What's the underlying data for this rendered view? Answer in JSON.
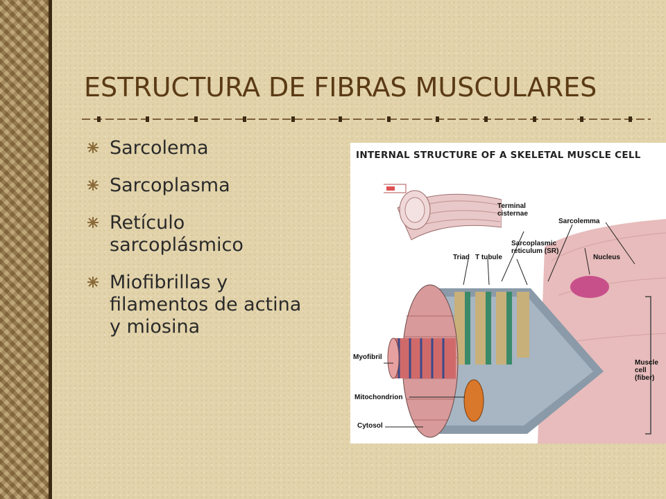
{
  "slide": {
    "title": "ESTRUCTURA DE FIBRAS MUSCULARES",
    "bullets": [
      {
        "text": "Sarcolema"
      },
      {
        "text": "Sarcoplasma"
      },
      {
        "text": "Retículo\nsarcoplásmico"
      },
      {
        "text": "Miofibrillas y\nfilamentos de actina\ny miosina"
      }
    ]
  },
  "figure": {
    "title": "INTERNAL STRUCTURE OF A SKELETAL MUSCLE CELL",
    "labels": {
      "terminal_cisternae": "Terminal\ncisternae",
      "sarcolemma": "Sarcolemma",
      "sarcoplasmic_reticulum": "Sarcoplasmic\nreticulum (SR)",
      "triad": "Triad",
      "t_tubule": "T tubule",
      "nucleus": "Nucleus",
      "myofibril": "Myofibril",
      "muscle_cell": "Muscle cell\n(fiber)",
      "mitochondrion": "Mitochondrion",
      "cytosol": "Cytosol"
    }
  },
  "colors": {
    "background": "#e2d3ab",
    "sidebar": "#a98e5e",
    "title": "#5a3a14",
    "body_text": "#2a2a2a",
    "bullet_icon": "#8a6a38"
  },
  "icons": {
    "bullet": "star-burst-icon"
  }
}
